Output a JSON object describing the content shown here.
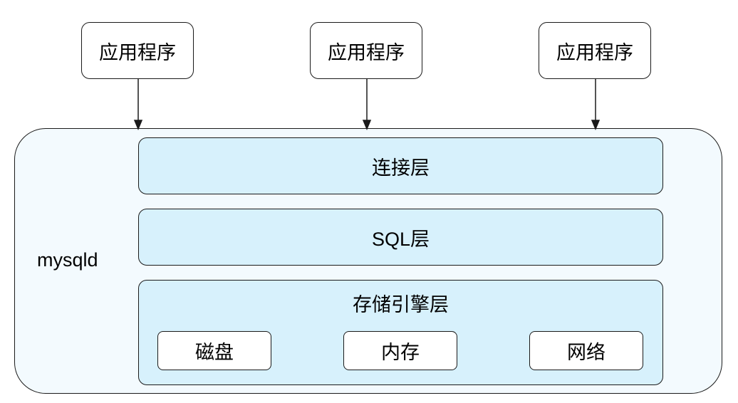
{
  "applications": [
    {
      "label": "应用程序"
    },
    {
      "label": "应用程序"
    },
    {
      "label": "应用程序"
    }
  ],
  "container": {
    "label": "mysqld"
  },
  "layers": {
    "connection": "连接层",
    "sql": "SQL层",
    "storage": "存储引擎层"
  },
  "storage_components": [
    {
      "label": "磁盘"
    },
    {
      "label": "内存"
    },
    {
      "label": "网络"
    }
  ]
}
